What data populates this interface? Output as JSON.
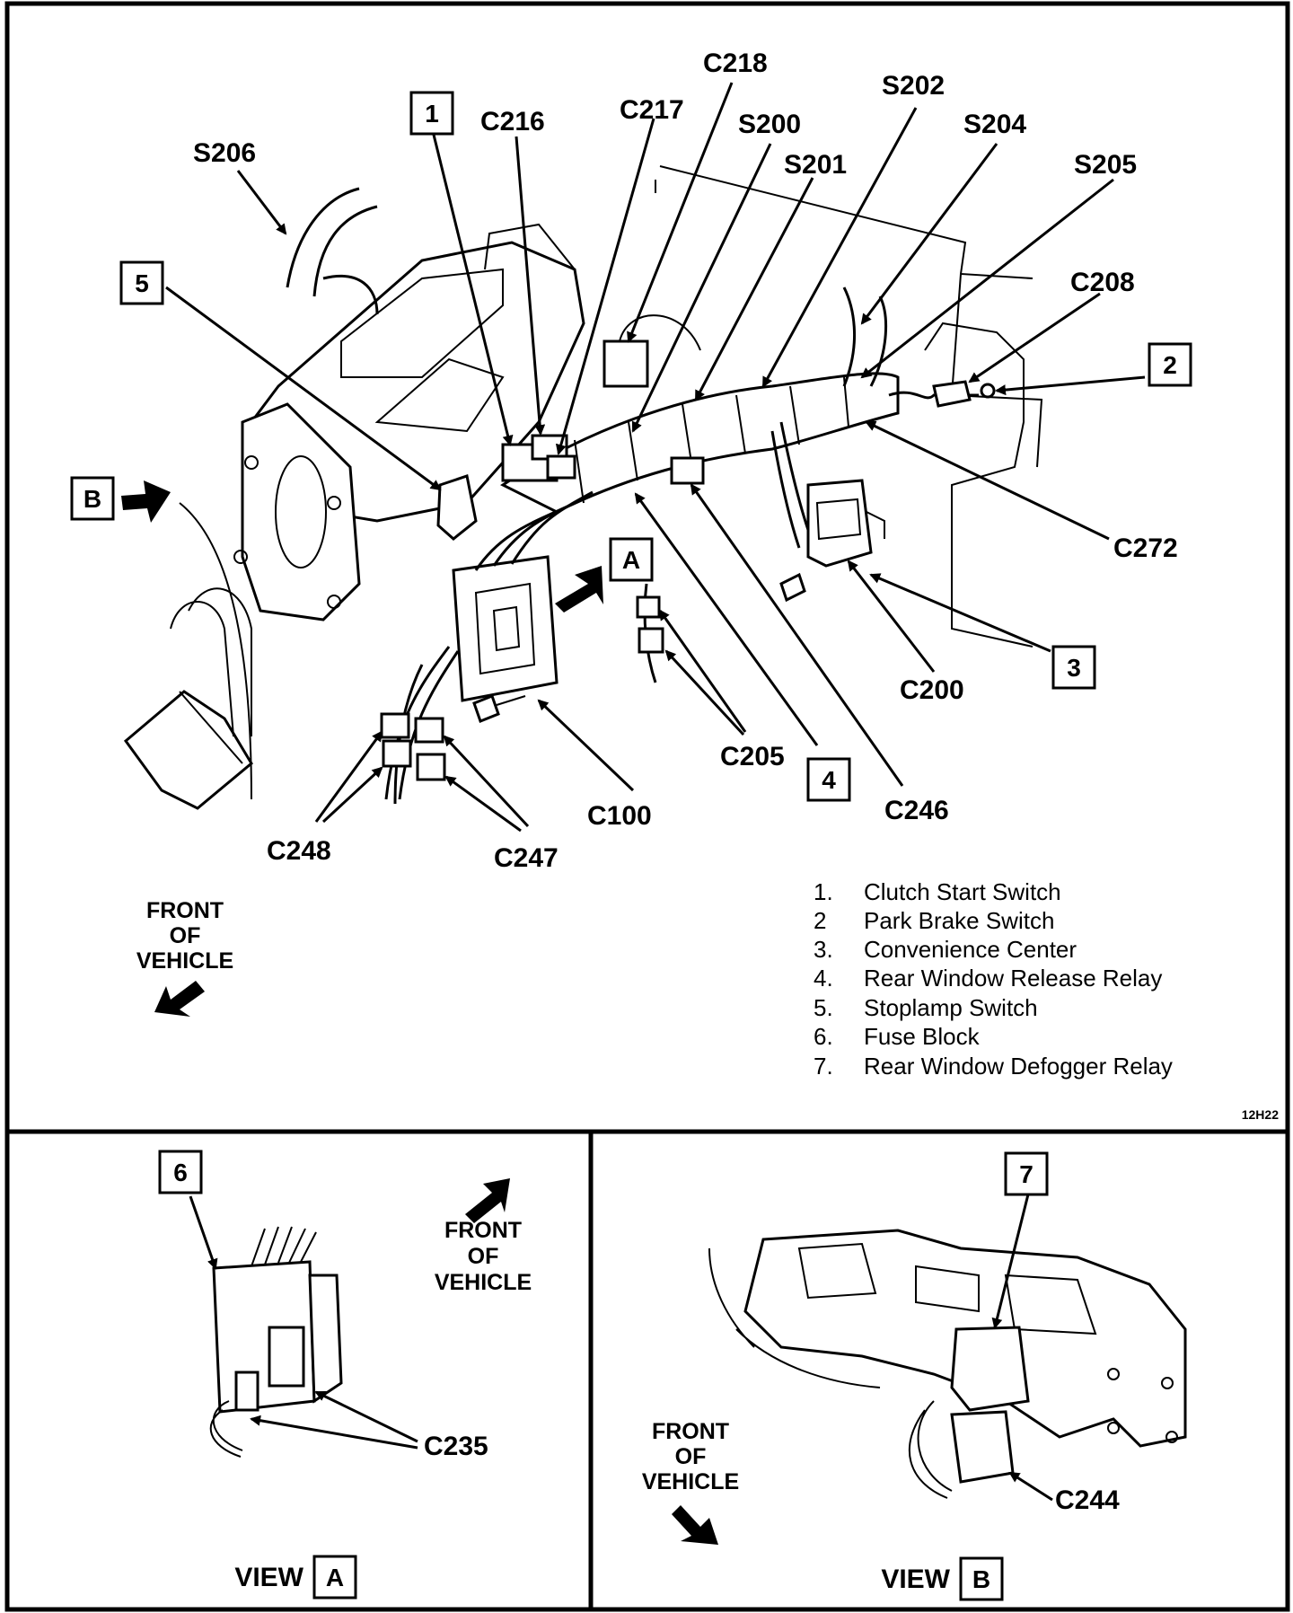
{
  "figure_code": "12H22",
  "main_view": {
    "callouts": [
      "S206",
      "C216",
      "C217",
      "C218",
      "S200",
      "S201",
      "S202",
      "S204",
      "S205",
      "C208",
      "C272",
      "C200",
      "C246",
      "C205",
      "C100",
      "C248",
      "C247"
    ],
    "item_boxes": [
      "1",
      "2",
      "3",
      "4",
      "5"
    ],
    "view_refs": [
      "A",
      "B"
    ],
    "front_of_vehicle": [
      "FRONT",
      "OF",
      "VEHICLE"
    ]
  },
  "legend": [
    {
      "num": "1.",
      "text": "Clutch Start Switch"
    },
    {
      "num": "2",
      "text": "Park Brake Switch"
    },
    {
      "num": "3.",
      "text": "Convenience Center"
    },
    {
      "num": "4.",
      "text": "Rear Window Release Relay"
    },
    {
      "num": "5.",
      "text": "Stoplamp Switch"
    },
    {
      "num": "6.",
      "text": "Fuse Block"
    },
    {
      "num": "7.",
      "text": "Rear Window Defogger Relay"
    }
  ],
  "view_a": {
    "title_word": "VIEW",
    "title_letter": "A",
    "item_box": "6",
    "callout": "C235",
    "front_of_vehicle": [
      "FRONT",
      "OF",
      "VEHICLE"
    ]
  },
  "view_b": {
    "title_word": "VIEW",
    "title_letter": "B",
    "item_box": "7",
    "callout": "C244",
    "front_of_vehicle": [
      "FRONT",
      "OF",
      "VEHICLE"
    ]
  }
}
